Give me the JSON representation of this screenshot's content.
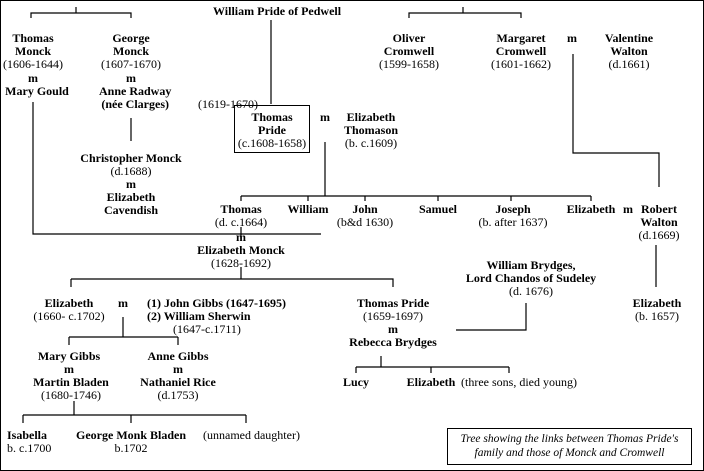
{
  "people": {
    "william_pride_pedwell": "William Pride of Pedwell",
    "thomas_monck": {
      "name": "Thomas\nMonck",
      "dates": "(1606-1644)"
    },
    "mary_gould": "Mary Gould",
    "george_monck": {
      "name": "George\nMonck",
      "dates": "(1607-1670)"
    },
    "anne_radway": {
      "name": "Anne Radway\n(née Clarges)",
      "dates": "(1619-1670)"
    },
    "oliver_cromwell": {
      "name": "Oliver\nCromwell",
      "dates": "(1599-1658)"
    },
    "margaret_cromwell": {
      "name": "Margaret\nCromwell",
      "dates": "(1601-1662)"
    },
    "valentine_walton": {
      "name": "Valentine\nWalton",
      "dates": "(d.1661)"
    },
    "thomas_pride": {
      "name": "Thomas\nPride",
      "dates": "(c.1608-1658)"
    },
    "elizabeth_thomason": {
      "name": "Elizabeth\nThomason",
      "dates": "(b. c.1609)"
    },
    "christopher_monck": {
      "name": "Christopher Monck",
      "dates": "(d.1688)"
    },
    "elizabeth_cavendish": "Elizabeth\nCavendish",
    "child_thomas": {
      "name": "Thomas",
      "dates": "(d. c.1664)"
    },
    "child_william": "William",
    "child_john": {
      "name": "John",
      "dates": "(b&d 1630)"
    },
    "child_samuel": "Samuel",
    "child_joseph": {
      "name": "Joseph",
      "dates": "(b. after 1637)"
    },
    "child_elizabeth": "Elizabeth",
    "robert_walton": {
      "name": "Robert\nWalton",
      "dates": "(d.1669)"
    },
    "elizabeth_monck": {
      "name": "Elizabeth Monck",
      "dates": "(1628-1692)"
    },
    "william_brydges": {
      "name": "William Brydges,\nLord Chandos of Sudeley",
      "dates": "(d. 1676)"
    },
    "gen3_elizabeth": {
      "name": "Elizabeth",
      "dates": "(1660- c.1702)"
    },
    "john_gibbs": "(1) John Gibbs (1647-1695)",
    "william_sherwin": {
      "name": "(2) William Sherwin",
      "dates": "(1647-c.1711)"
    },
    "thomas_pride_jr": {
      "name": "Thomas Pride",
      "dates": "(1659-1697)"
    },
    "rebecca_brydges": "Rebecca Brydges",
    "elizabeth_walton": {
      "name": "Elizabeth",
      "dates": "(b. 1657)"
    },
    "mary_gibbs": "Mary Gibbs",
    "martin_bladen": {
      "name": "Martin Bladen",
      "dates": "(1680-1746)"
    },
    "anne_gibbs": "Anne Gibbs",
    "nathaniel_rice": {
      "name": "Nathaniel Rice",
      "dates": "(d.1753)"
    },
    "lucy": "Lucy",
    "gen4_elizabeth": "Elizabeth",
    "three_sons": "(three sons, died young)",
    "isabella": {
      "name": "Isabella",
      "dates": "b. c.1700"
    },
    "george_monk_bladen": {
      "name": "George Monk Bladen",
      "dates": "b.1702"
    },
    "unnamed_daughter": "(unnamed daughter)"
  },
  "marriage_mark": "m",
  "caption": "Tree showing the links between Thomas Pride's family and those of Monck and Cromwell"
}
